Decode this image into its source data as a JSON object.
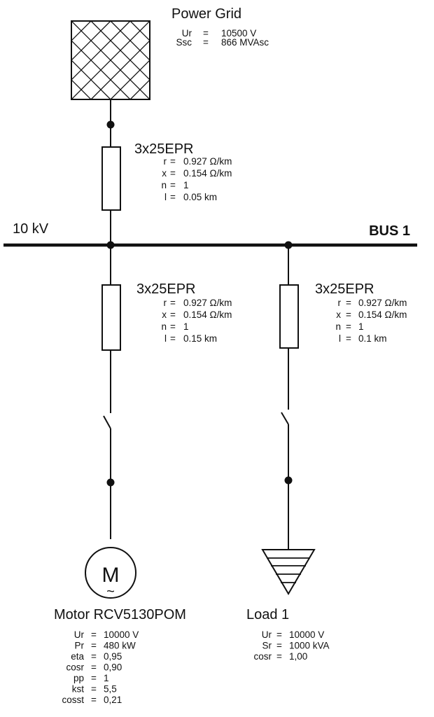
{
  "grid": {
    "title": "Power Grid",
    "params": [
      {
        "name": "Ur",
        "value": "10500 V"
      },
      {
        "name": "Ssc",
        "value": "866 MVAsc"
      }
    ]
  },
  "bus": {
    "voltage_label": "10 kV",
    "name": "BUS 1"
  },
  "cable_grid": {
    "title": "3x25EPR",
    "params": [
      {
        "name": "r",
        "value": "0.927 Ω/km"
      },
      {
        "name": "x",
        "value": "0.154 Ω/km"
      },
      {
        "name": "n",
        "value": "1"
      },
      {
        "name": "l",
        "value": "0.05 km"
      }
    ]
  },
  "cable_motor": {
    "title": "3x25EPR",
    "params": [
      {
        "name": "r",
        "value": "0.927 Ω/km"
      },
      {
        "name": "x",
        "value": "0.154 Ω/km"
      },
      {
        "name": "n",
        "value": "1"
      },
      {
        "name": "l",
        "value": "0.15 km"
      }
    ]
  },
  "cable_load": {
    "title": "3x25EPR",
    "params": [
      {
        "name": "r",
        "value": "0.927 Ω/km"
      },
      {
        "name": "x",
        "value": "0.154 Ω/km"
      },
      {
        "name": "n",
        "value": "1"
      },
      {
        "name": "l",
        "value": "0.1 km"
      }
    ]
  },
  "motor": {
    "symbol_letter": "M",
    "symbol_tilde": "~",
    "title": "Motor RCV5130POM",
    "params": [
      {
        "name": "Ur",
        "value": "10000 V"
      },
      {
        "name": "Pr",
        "value": "480 kW"
      },
      {
        "name": "eta",
        "value": "0,95"
      },
      {
        "name": "cosr",
        "value": "0,90"
      },
      {
        "name": "pp",
        "value": "1"
      },
      {
        "name": "kst",
        "value": "5,5"
      },
      {
        "name": "cosst",
        "value": "0,21"
      }
    ]
  },
  "load": {
    "title": "Load 1",
    "params": [
      {
        "name": "Ur",
        "value": "10000 V"
      },
      {
        "name": "Sr",
        "value": "1000 kVA"
      },
      {
        "name": "cosr",
        "value": "1,00"
      }
    ]
  }
}
